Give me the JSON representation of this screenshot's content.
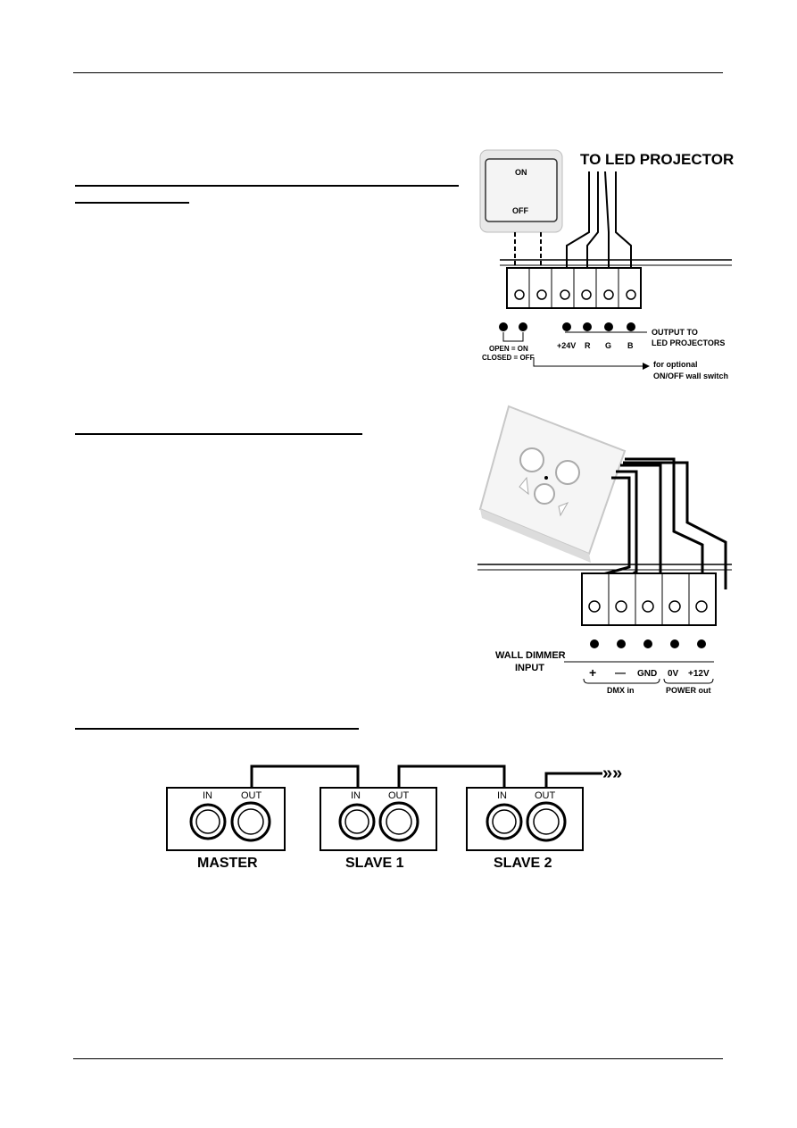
{
  "switch_diagram": {
    "heading": "TO LED PROJECTOR",
    "switch_on": "ON",
    "switch_off": "OFF",
    "terminal_labels": [
      "+24V",
      "R",
      "G",
      "B"
    ],
    "output_label_1": "OUTPUT TO",
    "output_label_2": "LED PROJECTORS",
    "open_label": "OPEN = ON",
    "closed_label": "CLOSED = OFF",
    "optional_label_1": "for optional",
    "optional_label_2": "ON/OFF wall switch"
  },
  "dimmer_diagram": {
    "input_label_1": "WALL DIMMER",
    "input_label_2": "INPUT",
    "terminal_labels": [
      "+",
      "—",
      "GND",
      "0V",
      "+12V"
    ],
    "dmx_label": "DMX in",
    "power_label": "POWER out"
  },
  "dmx_chain": {
    "units": [
      {
        "name": "MASTER",
        "in": "IN",
        "out": "OUT"
      },
      {
        "name": "SLAVE 1",
        "in": "IN",
        "out": "OUT"
      },
      {
        "name": "SLAVE 2",
        "in": "IN",
        "out": "OUT"
      }
    ],
    "continue_arrows": "»»"
  }
}
